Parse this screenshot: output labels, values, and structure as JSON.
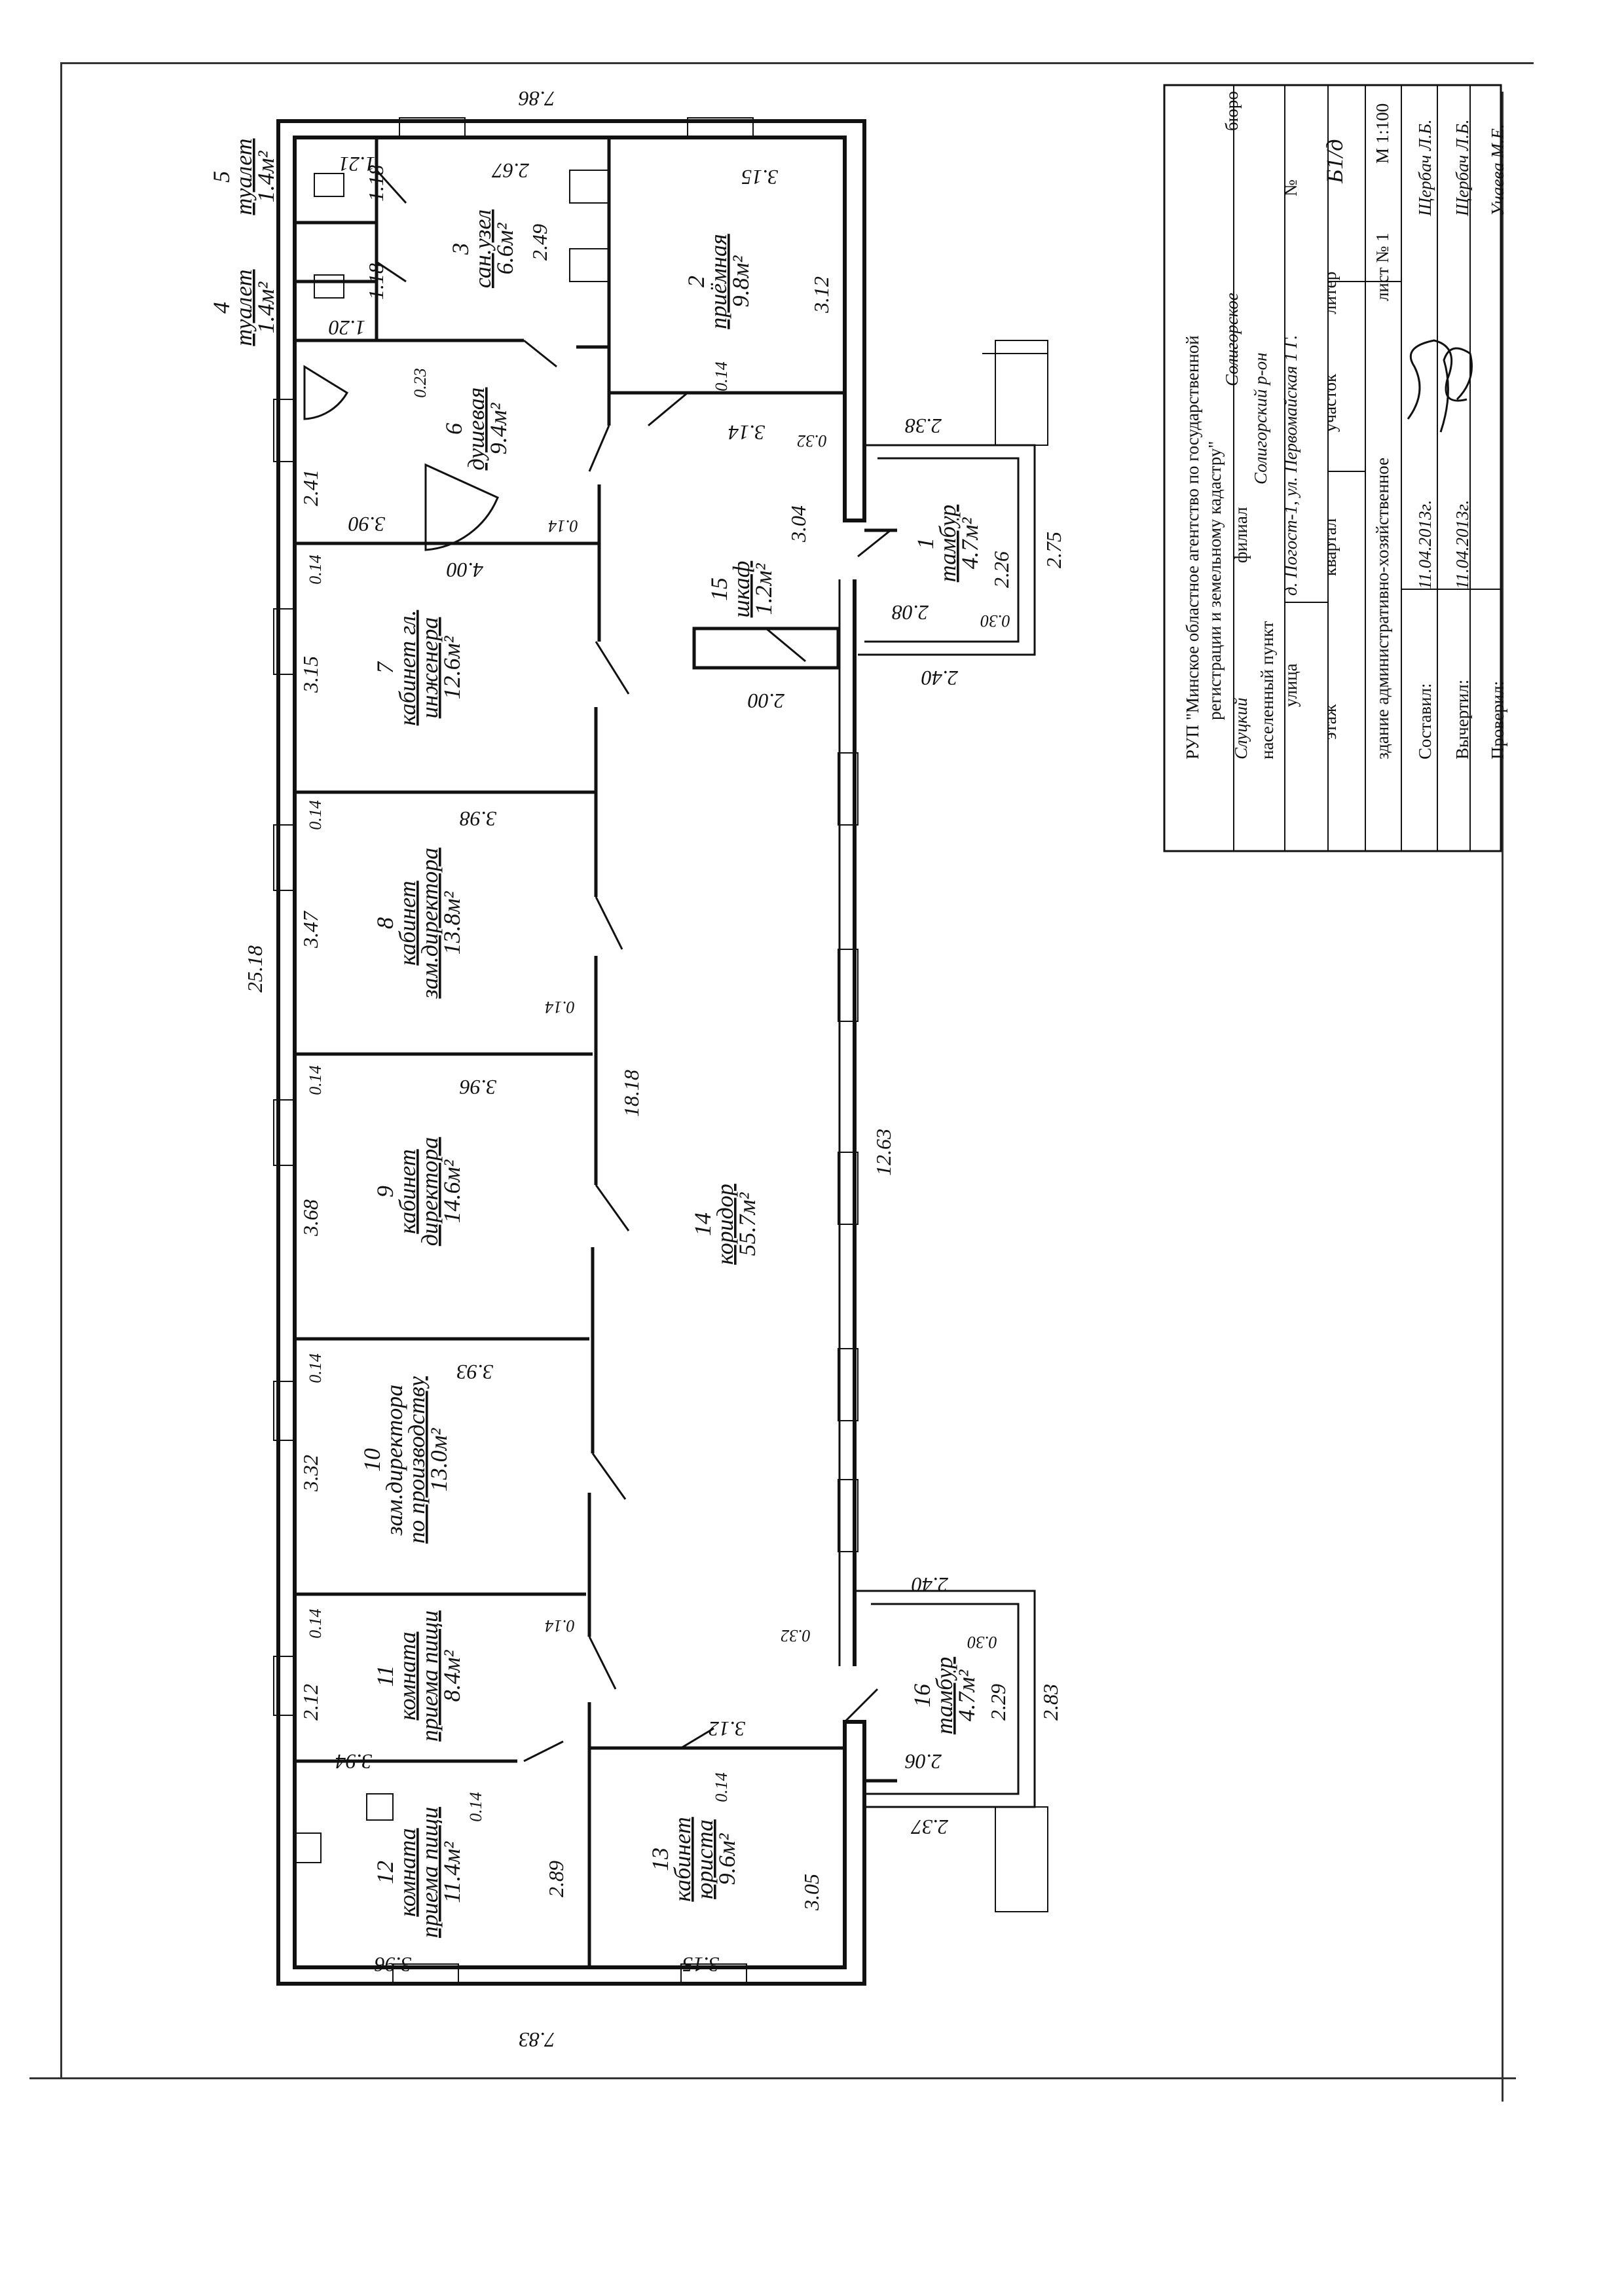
{
  "stamp": {
    "org_line1": "РУП \"Минское областное агентство по государственной",
    "org_line2": "регистрации и земельному кадастру\"",
    "branch_value": "Слуцкий",
    "branch_label": "филиал",
    "bureau_value": "Солигорское",
    "bureau_label": "бюро",
    "locality_label": "населенный пункт",
    "locality_value": "Солигорский р-он",
    "street_label": "улица",
    "street_value": "д. Погост-1, ул. Первомайская 1 Г.",
    "number_label": "№",
    "floor_label": "этаж",
    "quarter_label": "квартал",
    "plot_label": "участок",
    "litera_label": "литер",
    "litera_value": "Б1/д",
    "building_label": "здание административно-хозяйственное",
    "sheet_label": "лист № 1",
    "scale_label": "М 1:100",
    "compiled_label": "Составил:",
    "compiled_date": "11.04.2013г.",
    "compiled_name": "Щербач Л.Б.",
    "drawn_label": "Вычертил:",
    "drawn_date": "11.04.2013г.",
    "drawn_name": "Щербач Л.Б.",
    "checked_label": "Проверил:",
    "checked_name": "Учаева М.Е."
  },
  "rooms": [
    {
      "num": "1",
      "name": "тамбур",
      "area": "4.7м²"
    },
    {
      "num": "2",
      "name": "приёмная",
      "area": "9.8м²"
    },
    {
      "num": "3",
      "name": "сан.узел",
      "area": "6.6м²"
    },
    {
      "num": "4",
      "name": "туалет",
      "area": "1.4м²"
    },
    {
      "num": "5",
      "name": "туалет",
      "area": "1.4м²"
    },
    {
      "num": "6",
      "name": "душевая",
      "area": "9.4м²"
    },
    {
      "num": "7",
      "name1": "кабинет гл.",
      "name2": "инженера",
      "area": "12.6м²"
    },
    {
      "num": "8",
      "name1": "кабинет",
      "name2": "зам.директора",
      "area": "13.8м²"
    },
    {
      "num": "9",
      "name1": "кабинет",
      "name2": "директора",
      "area": "14.6м²"
    },
    {
      "num": "10",
      "name1": "зам.директора",
      "name2": "по производству",
      "area": "13.0м²"
    },
    {
      "num": "11",
      "name1": "комната",
      "name2": "приема пищи",
      "area": "8.4м²"
    },
    {
      "num": "12",
      "name1": "комната",
      "name2": "приема пищи",
      "area": "11.4м²"
    },
    {
      "num": "13",
      "name1": "кабинет",
      "name2": "юриста",
      "area": "9.6м²"
    },
    {
      "num": "14",
      "name": "коридор",
      "area": "55.7м²"
    },
    {
      "num": "15",
      "name": "шкаф",
      "area": "1.2м²"
    },
    {
      "num": "16",
      "name": "тамбур",
      "area": "4.7м²"
    }
  ],
  "dims": {
    "top": "7.86",
    "bottom": "7.83",
    "overall_length": "25.18",
    "corridor_length": "18.18",
    "east_wall": "12.63",
    "d_1_21": "1.21",
    "d_1_18a": "1.18",
    "d_1_18b": "1.18",
    "d_1_20": "1.20",
    "d_2_67": "2.67",
    "d_2_49": "2.49",
    "d_3_15a": "3.15",
    "d_3_12a": "3.12",
    "d_0_23": "0.23",
    "d_0_14a": "0.14",
    "d_3_14": "3.14",
    "d_0_32a": "0.32",
    "d_2_38": "2.38",
    "d_2_41": "2.41",
    "d_3_90": "3.90",
    "d_0_14b": "0.14",
    "d_3_04": "3.04",
    "d_2_26": "2.26",
    "d_2_75": "2.75",
    "d_0_14c": "0.14",
    "d_4_00": "4.00",
    "d_2_08": "2.08",
    "d_0_30a": "0.30",
    "d_2_40a": "2.40",
    "d_3_15b": "3.15",
    "d_2_00": "2.00",
    "d_0_14d": "0.14",
    "d_3_98": "3.98",
    "d_3_47": "3.47",
    "d_0_14e": "0.14",
    "d_0_14f": "0.14",
    "d_3_96a": "3.96",
    "d_3_68": "3.68",
    "d_0_14g": "0.14",
    "d_3_93": "3.93",
    "d_3_32": "3.32",
    "d_0_14h": "0.14",
    "d_0_14i": "0.14",
    "d_2_12": "2.12",
    "d_3_94": "3.94",
    "d_2_40b": "2.40",
    "d_0_32b": "0.32",
    "d_0_30b": "0.30",
    "d_3_12b": "3.12",
    "d_0_14j": "0.14",
    "d_2_29": "2.29",
    "d_2_83": "2.83",
    "d_2_06": "2.06",
    "d_2_37": "2.37",
    "d_0_14k": "0.14",
    "d_2_89": "2.89",
    "d_3_05": "3.05",
    "d_3_96b": "3.96",
    "d_3_15c": "3.15"
  }
}
